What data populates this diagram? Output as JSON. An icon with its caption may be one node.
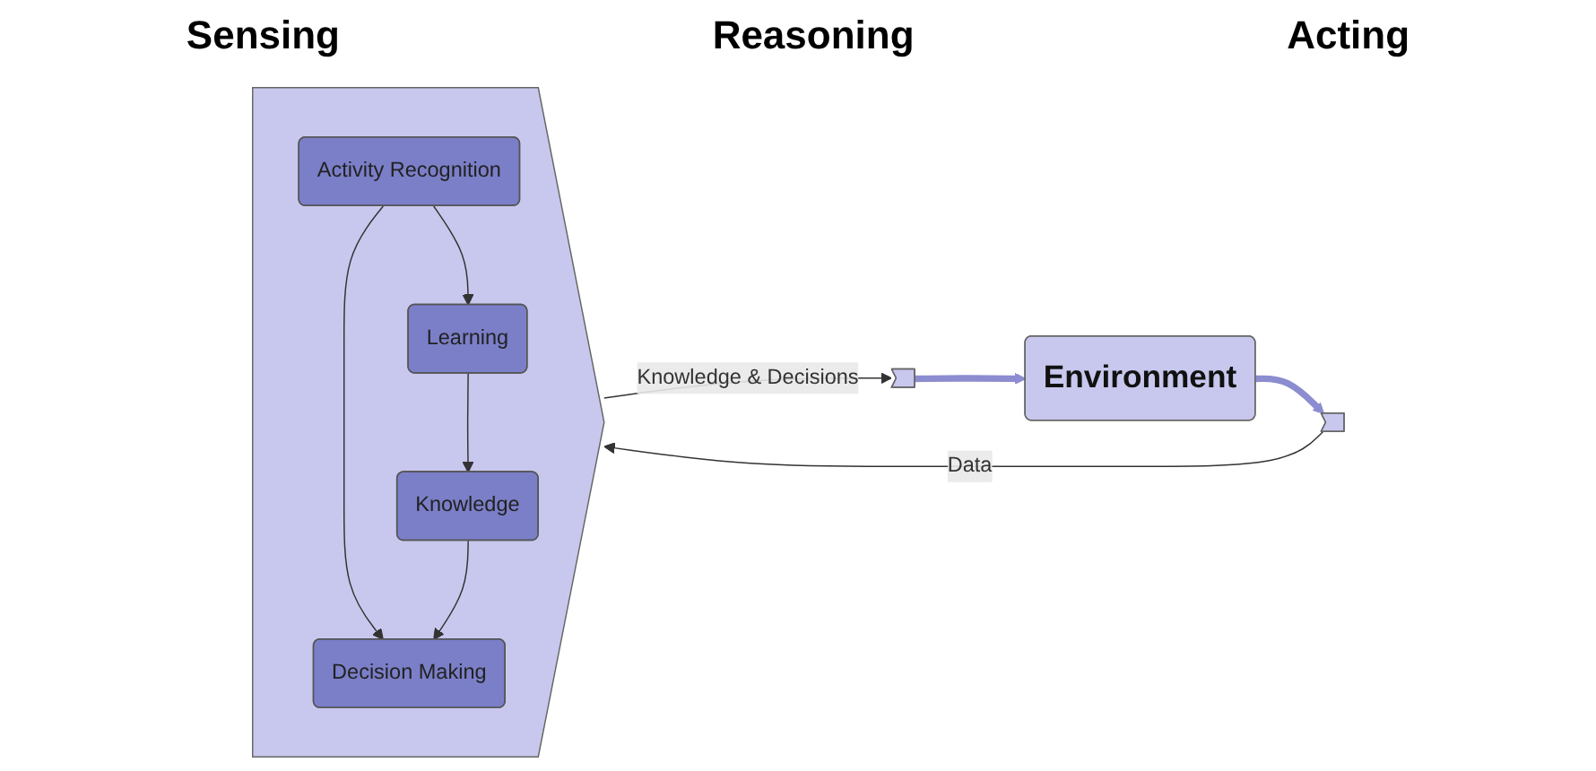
{
  "diagram": {
    "nodes": [
      {
        "text": [],
        "shape": "chevron"
      },
      {
        "text": [],
        "shape": "pentagon"
      },
      {
        "text": [
          "Activity Recognition"
        ],
        "in": 1
      },
      {
        "text": [
          "Learning"
        ],
        "in": 1
      },
      {
        "text": [
          "Knowledge"
        ],
        "in": 1
      },
      {
        "text": [
          "Decision Making"
        ],
        "in": 1
      },
      {
        "text": [],
        "shape": "chevron"
      },
      {
        "text": [
          "Environment"
        ]
      }
    ],
    "edges": [
      {
        "from": 0,
        "to": 1,
        "arrow": "to",
        "label": "Data"
      },
      {
        "from": 2,
        "to": 3,
        "arrow": "to"
      },
      {
        "from": 2,
        "to": 5,
        "arrow": "to"
      },
      {
        "from": 3,
        "to": 4,
        "arrow": "to"
      },
      {
        "from": 4,
        "to": 5,
        "arrow": "to"
      },
      {
        "from": 1,
        "to": 6,
        "arrow": "to",
        "label": "Knowledge & Decisions"
      },
      {
        "from": 6,
        "to": 7,
        "arrow": "to",
        "style": "thick",
        "color": "#8c8cd0"
      },
      {
        "from": 7,
        "to": 0,
        "arrow": "to",
        "style": "thick",
        "color": "#8c8cd0"
      }
    ],
    "labels": [
      "Sensing",
      "Reasoning",
      "Acting"
    ]
  }
}
